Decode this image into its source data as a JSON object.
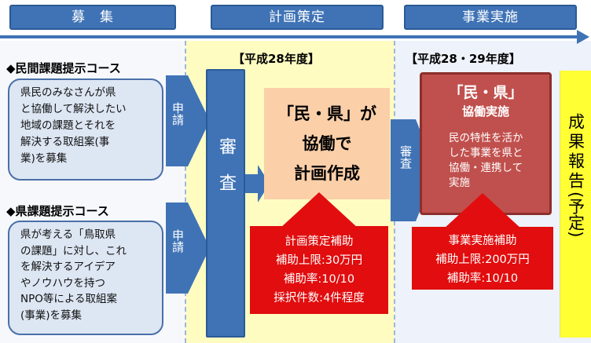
{
  "phases": {
    "recruit": "募　集",
    "plan": "計画策定",
    "implement": "事業実施"
  },
  "years": {
    "plan": "【平成28年度】",
    "implement": "【平成28・29年度】"
  },
  "courses": [
    {
      "title": "◆民間課題提示コース",
      "lines": [
        "県民のみなさんが県",
        "と協働して解決したい",
        "地域の課題とそれを",
        "解決する取組案(事",
        "業)を募集"
      ]
    },
    {
      "title": "◆県課題提示コース",
      "lines": [
        "県が考える「鳥取県",
        "の課題」に対し、これ",
        "を解決するアイデア",
        "やノウハウを持つ",
        "NPO等による取組案",
        "(事業)を募集"
      ]
    }
  ],
  "apply_label": "申請",
  "review_label": "審査",
  "center": {
    "lines": [
      "「民・県」が",
      "協働で",
      "計画作成"
    ]
  },
  "plan_subsidy": {
    "lines": [
      "計画策定補助",
      "補助上限:30万円",
      "補助率:10/10",
      "採択件数:4件程度"
    ]
  },
  "implementation": {
    "title": "「民・県」",
    "subtitle": "協働実施",
    "lines": [
      "民の特性を活か",
      "した事業を県と",
      "協働・連携して",
      "実施"
    ]
  },
  "impl_subsidy": {
    "lines": [
      "事業実施補助",
      "補助上限:200万円",
      "補助率:10/10"
    ]
  },
  "report": {
    "main": "成果報告",
    "note": "(予定)"
  },
  "colors": {
    "accent_blue": "#3f73b6",
    "plan_bg": "#fffcc2",
    "impl_bg": "#eef2fa",
    "center_box": "#fbcfa8",
    "red_arrow": "#e10d0e",
    "impl_box": "#c0504d",
    "report_bg": "#ffff33"
  }
}
